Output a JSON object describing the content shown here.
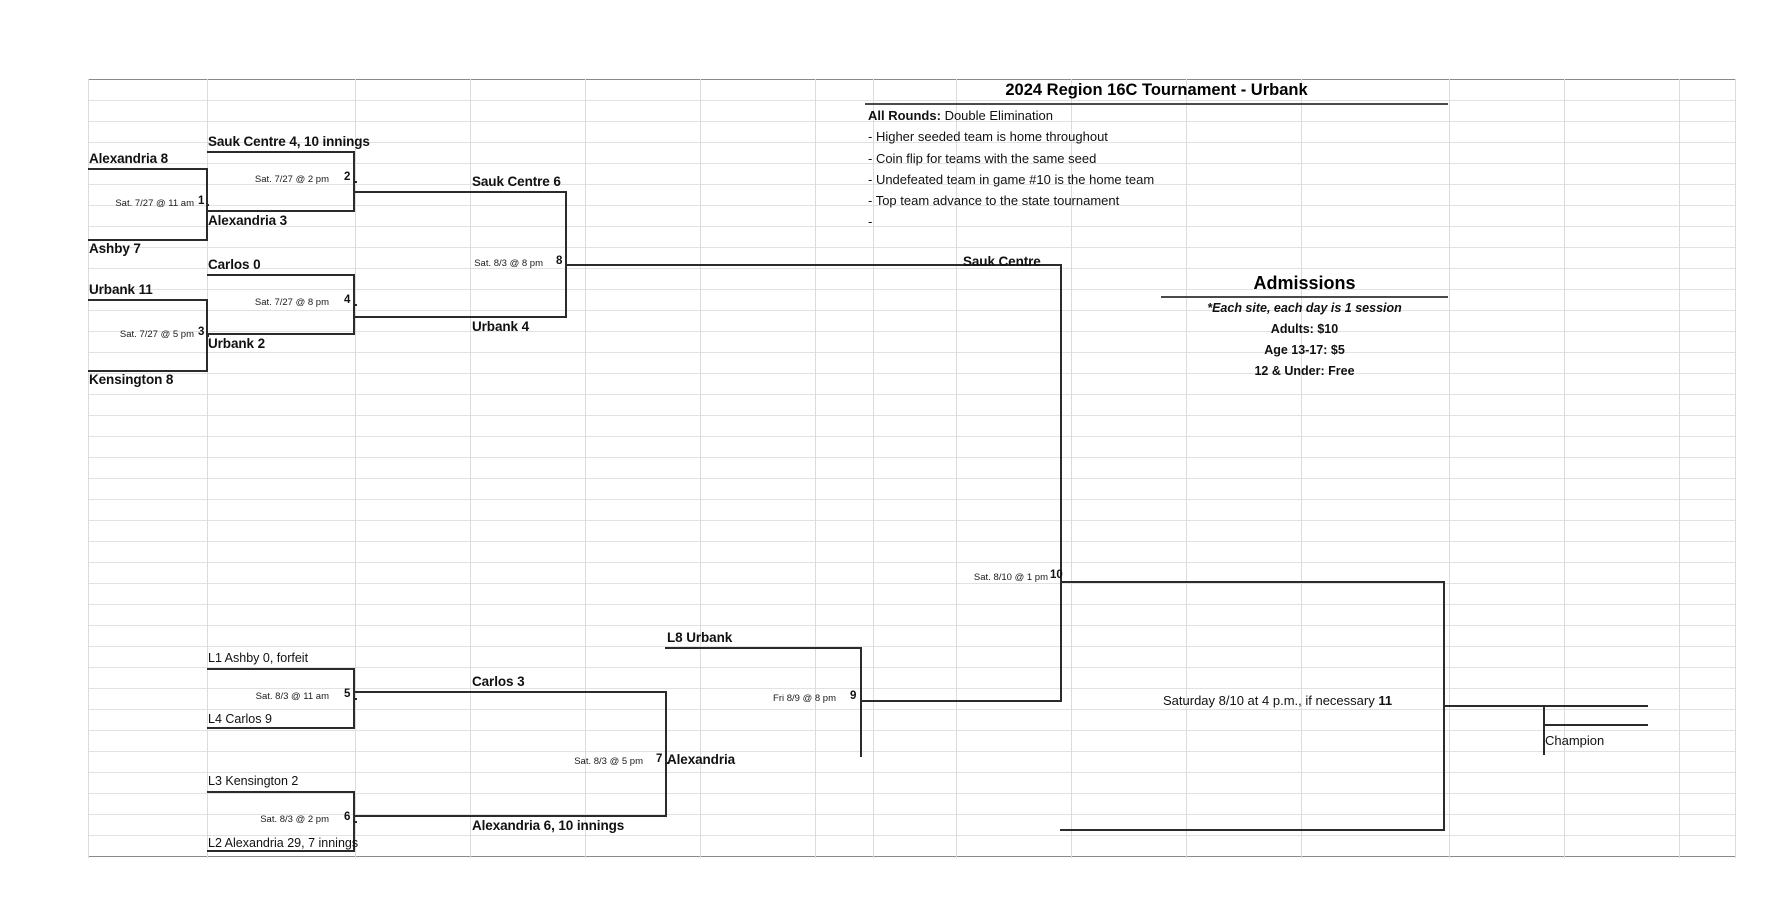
{
  "header": {
    "title": "2024 Region 16C Tournament - Urbank",
    "rules_label": "All Rounds:",
    "rules_value": "Double Elimination",
    "notes": [
      "- Higher seeded team is home throughout",
      "- Coin flip for teams with the same seed",
      "- Undefeated team in game #10 is the home team",
      "- Top team advance to the state tournament",
      "-"
    ]
  },
  "admissions": {
    "title": "Admissions",
    "note": "*Each site, each day is 1 session",
    "rows": [
      "Adults: $10",
      "Age 13-17: $5",
      "12 & Under: Free"
    ]
  },
  "winners_bracket": {
    "round1": [
      {
        "team_top": "Alexandria 8",
        "team_bottom": "Ashby 7",
        "time": "Sat. 7/27 @ 11 am",
        "game": "1"
      },
      {
        "team_top": "Urbank 11",
        "team_bottom": "Kensington 8",
        "time": "Sat. 7/27 @ 5 pm",
        "game": "3"
      }
    ],
    "round2": [
      {
        "team_top": "Sauk Centre 4, 10 innings",
        "team_bottom": "Alexandria 3",
        "time": "Sat. 7/27 @ 2 pm",
        "game": "2"
      },
      {
        "team_top": "Carlos 0",
        "team_bottom": "Urbank 2",
        "time": "Sat. 7/27 @ 8 pm",
        "game": "4"
      }
    ],
    "round3": {
      "team_top": "Sauk Centre 6",
      "team_bottom": "Urbank 4",
      "time": "Sat. 8/3 @ 8 pm",
      "game": "8"
    },
    "winner": "Sauk Centre"
  },
  "losers_bracket": {
    "round1": [
      {
        "team_top": "L1 Ashby 0, forfeit",
        "team_bottom": "L4 Carlos 9",
        "time": "Sat. 8/3 @ 11 am",
        "game": "5"
      },
      {
        "team_top": "L3 Kensington 2",
        "team_bottom": "L2 Alexandria 29, 7 innings",
        "time": "Sat. 8/3 @ 2 pm",
        "game": "6"
      }
    ],
    "round2": {
      "team_top": "Carlos 3",
      "team_bottom": "Alexandria  6, 10 innings",
      "time": "Sat. 8/3 @ 5 pm",
      "game": "7",
      "winner": "Alexandria"
    },
    "round3": {
      "team_top": "L8 Urbank",
      "time": "Fri 8/9 @ 8 pm",
      "game": "9"
    }
  },
  "finals": {
    "game10": {
      "time": "Sat. 8/10 @ 1 pm",
      "game": "10"
    },
    "game11": {
      "text": "Saturday 8/10 at 4 p.m., if necessary",
      "game": "11"
    },
    "champion_label": "Champion"
  }
}
